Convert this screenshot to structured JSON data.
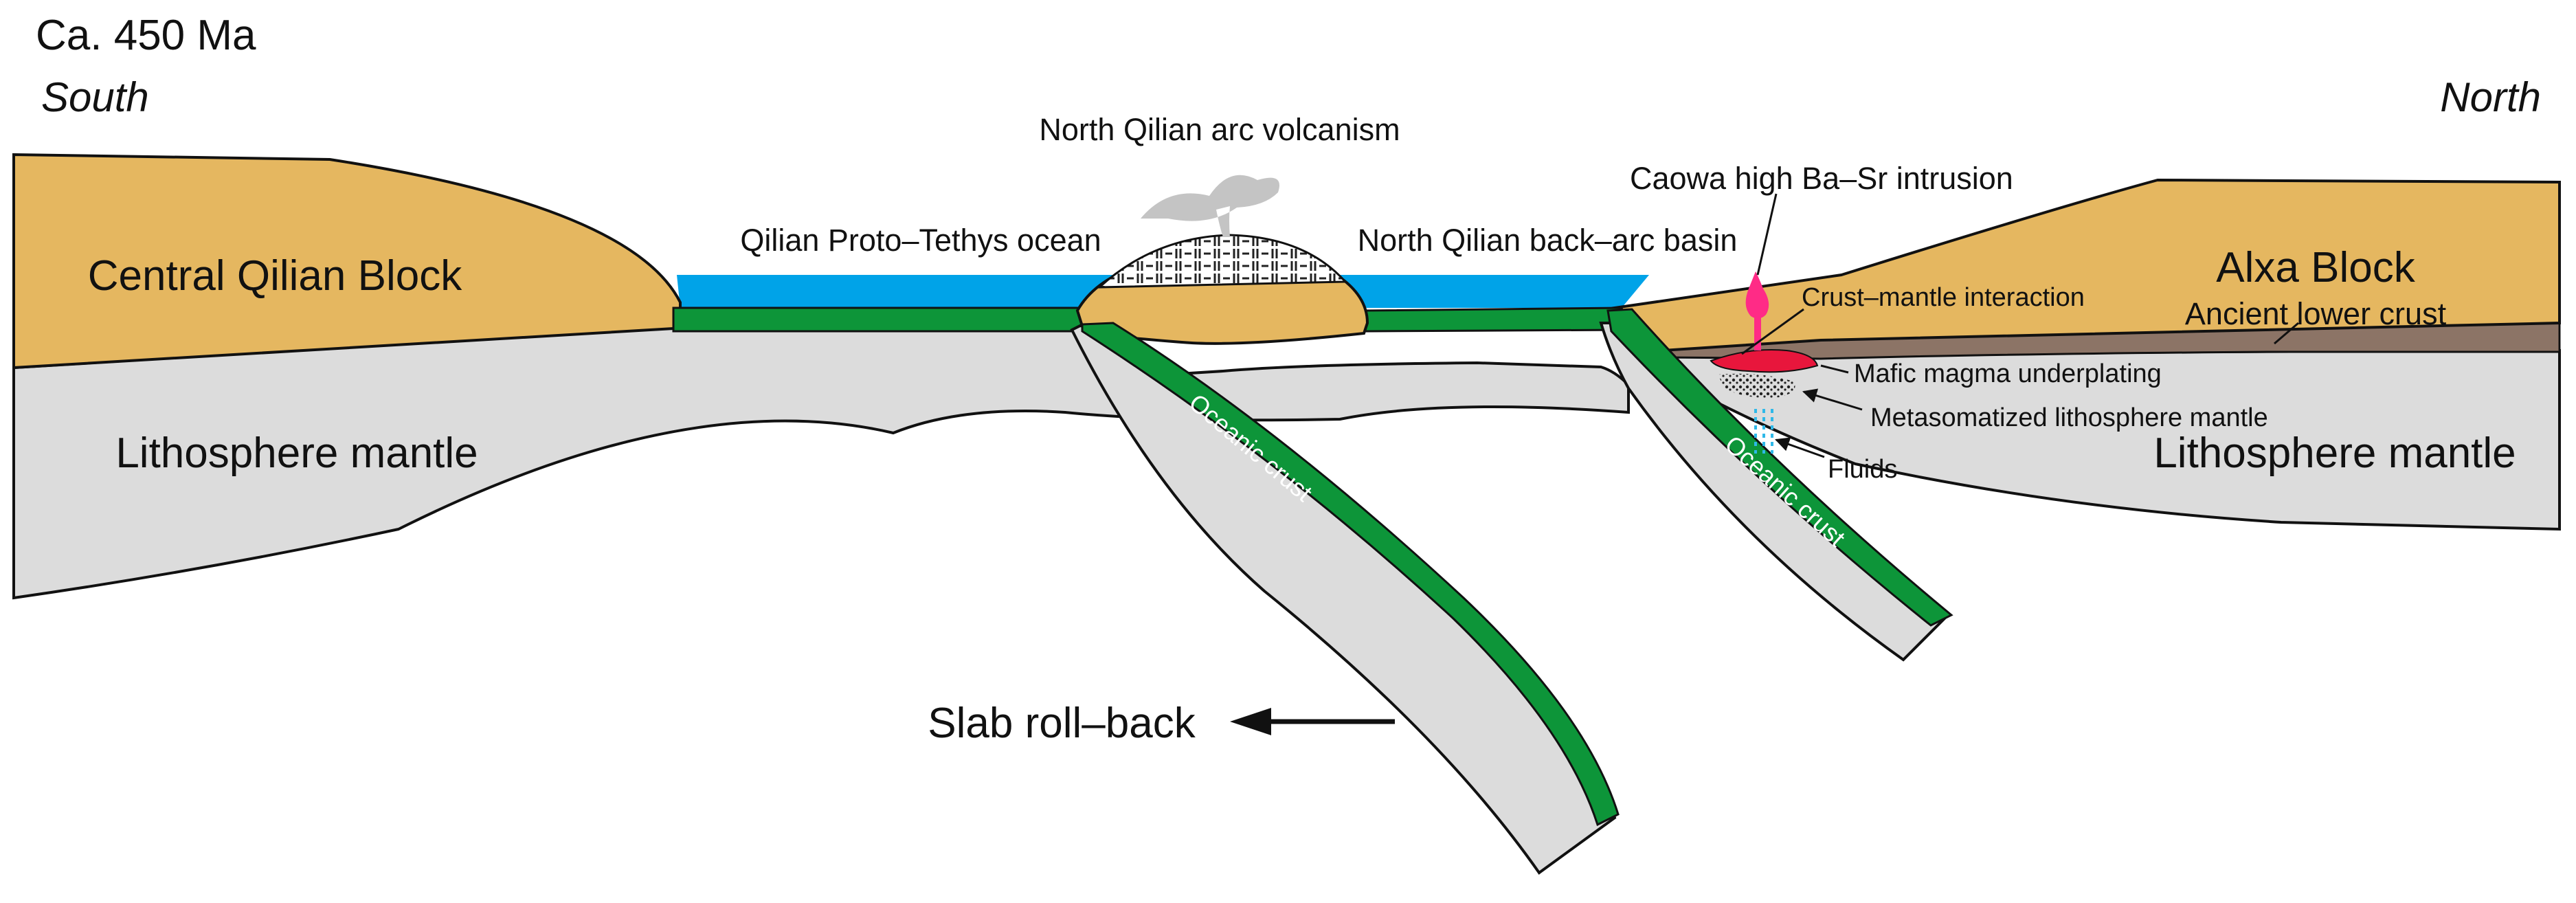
{
  "labels": {
    "age": "Ca. 450 Ma",
    "south": "South",
    "north": "North",
    "arc_volcanism": "North Qilian arc volcanism",
    "intrusion": "Caowa high Ba–Sr intrusion",
    "ocean": "Qilian Proto–Tethys ocean",
    "back_arc": "North Qilian back–arc basin",
    "central_block": "Central Qilian Block",
    "alxa_block": "Alxa Block",
    "crust_mantle": "Crust–mantle interaction",
    "ancient_lower_crust": "Ancient lower crust",
    "mafic_magma": "Mafic magma underplating",
    "metasomatized": "Metasomatized lithosphere mantle",
    "fluids": "Fluids",
    "litho_left": "Lithosphere mantle",
    "litho_right": "Lithosphere mantle",
    "oceanic_crust_1": "Oceanic crust",
    "oceanic_crust_2": "Oceanic crust",
    "slab_rollback": "Slab roll–back"
  },
  "colors": {
    "continental_crust": "#e5b760",
    "mantle": "#dcdcdc",
    "ocean": "#00a3e8",
    "oceanic_crust": "#0d9539",
    "lower_crust": "#8c7466",
    "magma": "#e8163c",
    "intrusion": "#ff2b86",
    "fluids": "#2fb8e8",
    "volcanic_plume": "#c4c4c4"
  }
}
